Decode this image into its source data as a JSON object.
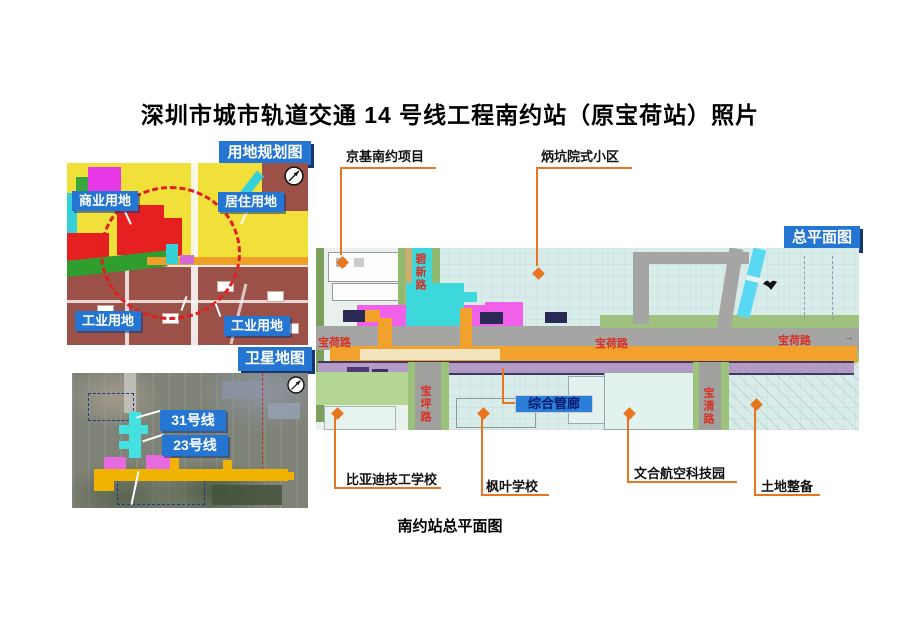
{
  "title": "深圳市城市轨道交通 14 号线工程南约站（原宝荷站）照片",
  "caption": "南约站总平面图",
  "colors": {
    "label_blue": "#2576d2",
    "label_shadow_navy": "#16386e",
    "leader_orange": "#e8761e",
    "road_text_red": "#d93025",
    "station_orange": "#f2a12c",
    "station_cyan": "#3cd8dc",
    "pink_block": "#f060e8",
    "purple_corridor": "#b49ac6",
    "landuse_yellow": "#f2e03a",
    "landuse_red": "#e62020",
    "landuse_maroon": "#9b5147"
  },
  "icons": {
    "north_arrow": "north-arrow-icon",
    "bird": "bird-icon"
  },
  "landuse": {
    "label": "用地规划图",
    "zones": [
      "商业用地",
      "居住用地",
      "工业用地",
      "工业用地"
    ]
  },
  "satellite": {
    "label": "卫星地图",
    "lines": [
      "31号线",
      "23号线"
    ]
  },
  "master": {
    "label": "总平面图",
    "utility": "综合管廊",
    "arrow": "→",
    "roads": {
      "bixin": "碧新路",
      "baohe1": "宝荷路",
      "baohe2": "宝荷路",
      "baohe3": "宝荷路",
      "baoping": "宝坪路",
      "baoqing": "宝清路"
    },
    "callouts": {
      "jingji": "京基南约项目",
      "bingkeng": "炳坑院式小区",
      "byd": "比亚迪技工学校",
      "fengye": "枫叶学校",
      "wenhe": "文合航空科技园",
      "tudi": "土地整备"
    }
  }
}
